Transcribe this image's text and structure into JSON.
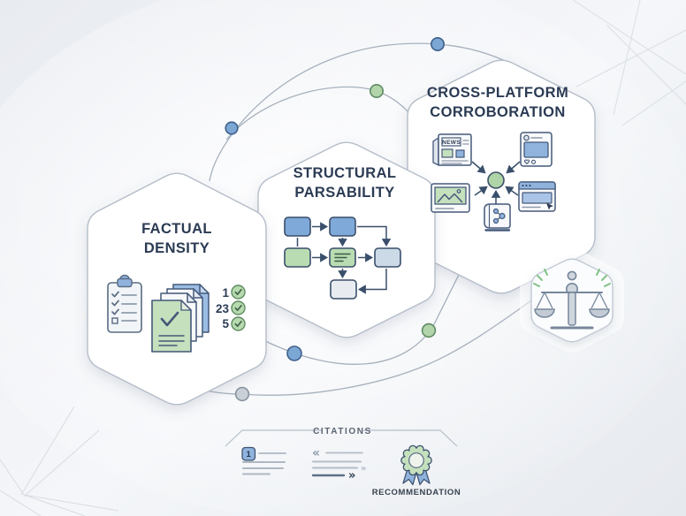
{
  "meta": {
    "kind": "verification-criteria-infographic"
  },
  "colors": {
    "accent_blue": "#7fa9d9",
    "accent_green": "#c5e0bd",
    "navy_text": "#2b3b54",
    "hex_border": "#b4bdc9",
    "orbit_curve": "#a7b1bd",
    "node_blue": "#7ca6d3",
    "node_green": "#b2d4ab",
    "node_gray": "#c9d0d7",
    "background": "#edf0f4"
  },
  "hexagons": {
    "factual_density": {
      "title_line1": "FACTUAL",
      "title_line2": "DENSITY",
      "counts": [
        {
          "value": "1"
        },
        {
          "value": "23"
        },
        {
          "value": "5"
        }
      ],
      "icons": [
        "clipboard-checklist-icon",
        "documents-stack-icon",
        "check-circle-icon"
      ]
    },
    "structural_parsability": {
      "title_line1": "STRUCTURAL",
      "title_line2": "PARSABILITY",
      "icons": [
        "flowchart-icon"
      ]
    },
    "cross_platform": {
      "title_line1": "CROSS-PLATFORM",
      "title_line2": "CORROBORATION",
      "news_label": "NEWS",
      "icons": [
        "newspaper-icon",
        "social-post-icon",
        "photo-icon",
        "browser-icon",
        "knowledge-book-icon",
        "hub-circle"
      ]
    },
    "balance": {
      "icons": [
        "balance-scale-icon",
        "sparkle-icon"
      ]
    }
  },
  "legend": {
    "citations_label": "CITATIONS",
    "citation_marker": "1",
    "quote_open": "«",
    "quote_close_small": "»",
    "quote_close_bold": "»",
    "recommendation_label": "RECOMMENDATION",
    "icons": [
      "citation-block-icon",
      "quotation-lines-icon",
      "award-rosette-icon"
    ]
  }
}
